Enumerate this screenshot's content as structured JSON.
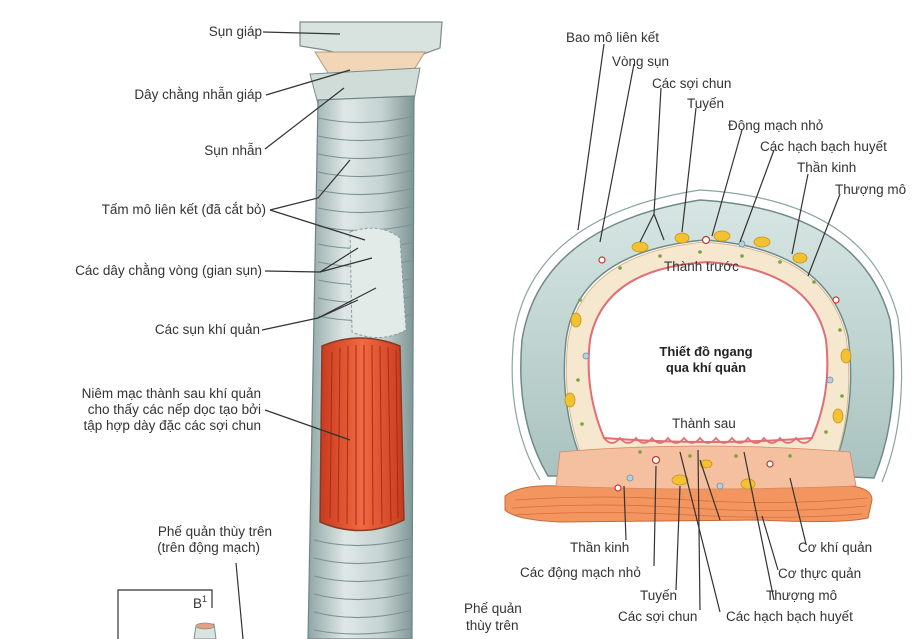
{
  "left_labels": {
    "thyroid_cartilage": "Sụn giáp",
    "cricothyroid_ligament": "Dây chằng nhẫn giáp",
    "cricoid_cartilage": "Sụn nhẫn",
    "connective_tissue_sheet": "Tấm mô liên kết (đã cắt bỏ)",
    "annular_ligaments": "Các dây chằng vòng (gian sụn)",
    "tracheal_cartilages": "Các sụn khí quản",
    "mucosa_line1": "Niêm mạc thành sau khí quản",
    "mucosa_line2": "cho thấy các nếp dọc tạo bởi",
    "mucosa_line3": "tập hợp dày đặc các sợi chun",
    "upper_lobe_bronchus_line1": "Phế quản thùy trên",
    "upper_lobe_bronchus_line2": "(trên động mạch)",
    "b1": "B",
    "b1_sup": "1",
    "bottom_center_line1": "Phế quản",
    "bottom_center_line2": "thùy trên"
  },
  "right_labels": {
    "connective_sheath": "Bao mô liên kết",
    "cartilage_ring": "Vòng sụn",
    "elastic_fibers_top": "Các sợi chun",
    "glands": "Tuyến",
    "small_arteries_top": "Động mạch nhỏ",
    "lymph_nodes_top": "Các hạch bạch huyết",
    "nerve_top": "Thần kinh",
    "epithelium_top": "Thượng mô",
    "anterior_wall": "Thành trước",
    "section_title_line1": "Thiết đồ ngang",
    "section_title_line2": "qua khí quản",
    "posterior_wall": "Thành sau",
    "nerve_bottom": "Thần kinh",
    "small_arteries_bottom": "Các động mạch nhỏ",
    "glands_bottom": "Tuyến",
    "elastic_fibers_bottom": "Các sợi chun",
    "epithelium_bottom": "Thượng mô",
    "lymph_nodes_bottom": "Các hạch bạch huyết",
    "trachealis_muscle": "Cơ khí quản",
    "esophageal_muscle": "Cơ thực quản"
  },
  "colors": {
    "cartilage": "#c9dcd8",
    "mucosa": "#e8593a",
    "muscle": "#f28a55",
    "gland": "#f0c030"
  }
}
